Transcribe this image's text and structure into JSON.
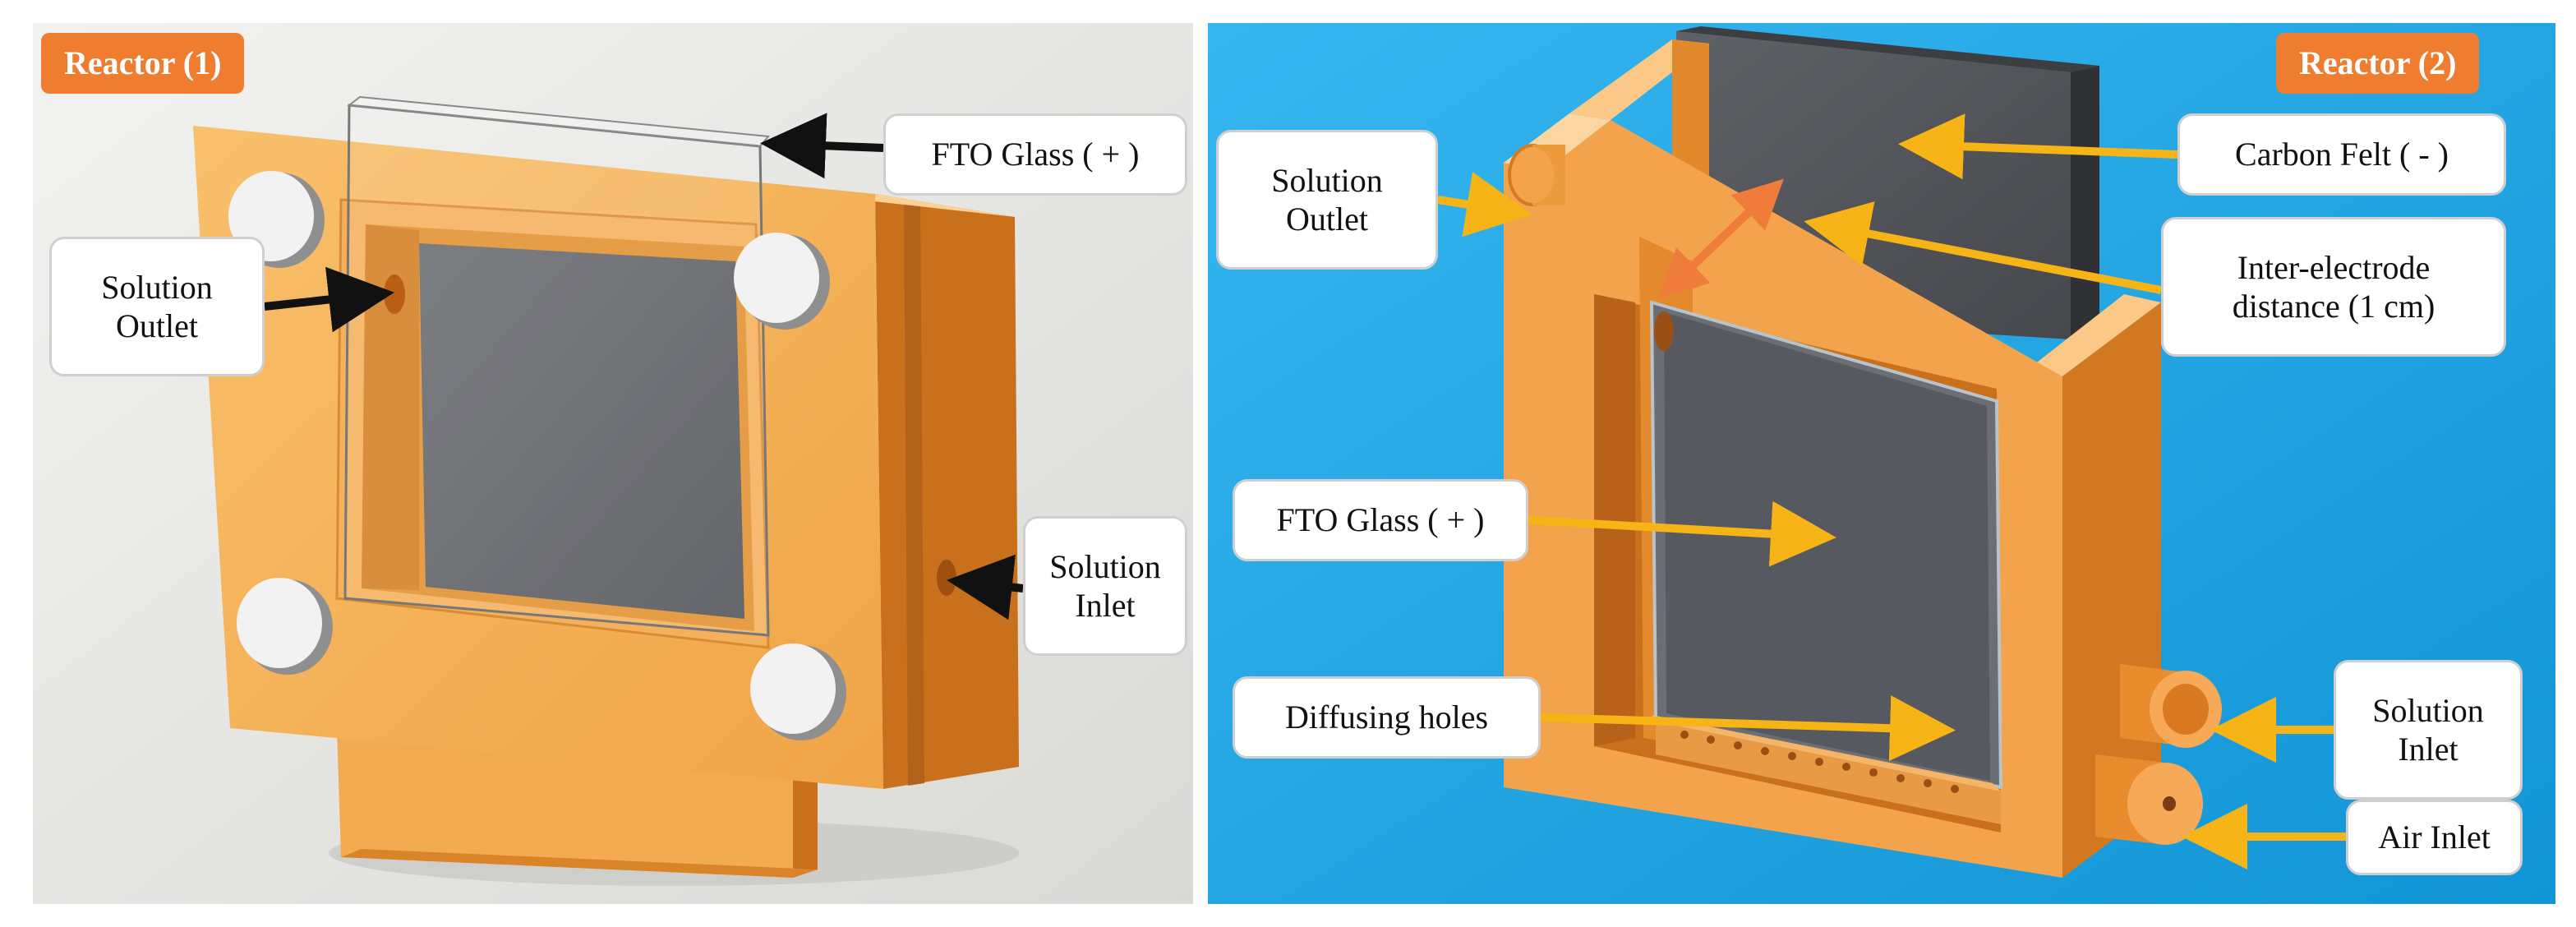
{
  "colors": {
    "left_background": "#e6e6e3",
    "right_background": "#1aa7e6",
    "orange_light": "#f7b45b",
    "orange_mid": "#ef9a33",
    "orange_dark": "#c8701b",
    "tag_fill": "#ef7d2f",
    "electrode_gray": "#5b5d62",
    "left_arrow_color": "#111111",
    "right_arrow_color": "#f6b416",
    "double_arrow_color": "#f07c3c"
  },
  "reactor_1": {
    "tag": "Reactor (1)",
    "labels": {
      "fto_glass": "FTO Glass ( + )",
      "solution_outlet": [
        "Solution",
        "Outlet"
      ],
      "solution_inlet": [
        "Solution",
        "Inlet"
      ]
    }
  },
  "reactor_2": {
    "tag": "Reactor (2)",
    "labels": {
      "carbon_felt": "Carbon Felt ( - )",
      "solution_outlet": [
        "Solution",
        "Outlet"
      ],
      "inter_electrode": [
        "Inter-electrode",
        "distance (1 cm)"
      ],
      "fto_glass": "FTO Glass ( + )",
      "diffusing_holes": "Diffusing holes",
      "solution_inlet": [
        "Solution",
        "Inlet"
      ],
      "air_inlet": "Air Inlet"
    }
  }
}
